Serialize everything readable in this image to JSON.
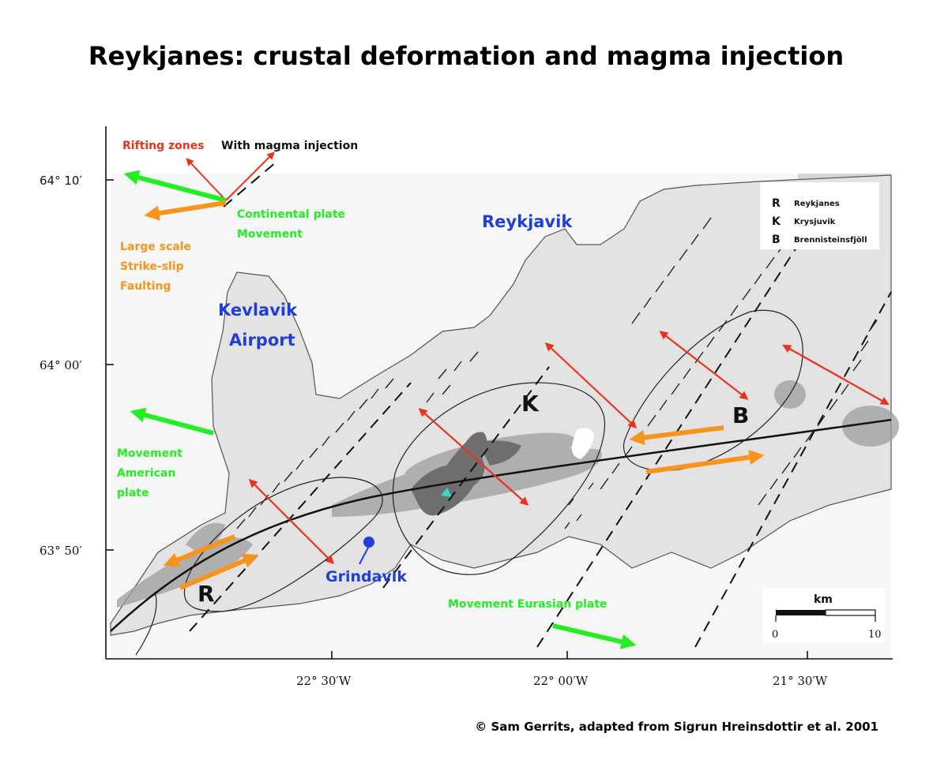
{
  "title": "Reykjanes: crustal deformation and magma injection",
  "legend_top": {
    "rifting": "Rifting zones",
    "magma": "With magma injection",
    "continental_1": "Continental plate",
    "continental_2": "Movement",
    "strike_1": "Large scale",
    "strike_2": "Strike-slip",
    "strike_3": "Faulting"
  },
  "places": {
    "reykjavik": "Reykjavik",
    "kevlavik_1": "Kevlavik",
    "kevlavik_2": "Airport",
    "grindavik": "Grindavik"
  },
  "zones": {
    "r": "R",
    "k": "K",
    "b": "B"
  },
  "zone_key": [
    {
      "letter": "R",
      "name": "Reykjanes"
    },
    {
      "letter": "K",
      "name": "Krysjuvik"
    },
    {
      "letter": "B",
      "name": "Brennisteinsfjöll"
    }
  ],
  "movements": {
    "american_1": "Movement",
    "american_2": "American",
    "american_3": "plate",
    "eurasian": "Movement Eurasian plate"
  },
  "axes": {
    "lat_64_10": "64° 10′",
    "lat_64_00": "64° 00′",
    "lat_63_50": "63° 50′",
    "lon_22_30": "22° 30′W",
    "lon_22_00": "22° 00′W",
    "lon_21_30": "21° 30′W"
  },
  "scale": {
    "unit": "km",
    "start": "0",
    "end": "10"
  },
  "credit": "© Sam Gerrits, adapted from Sigrun Hreinsdottir et al. 2001",
  "colors": {
    "rifting": "#e8341c",
    "continental": "#22ee22",
    "strike_slip": "#f7941d",
    "place": "#1f3fd6",
    "land": "#e4e4e4",
    "intrusion": "#7a7a7a"
  }
}
